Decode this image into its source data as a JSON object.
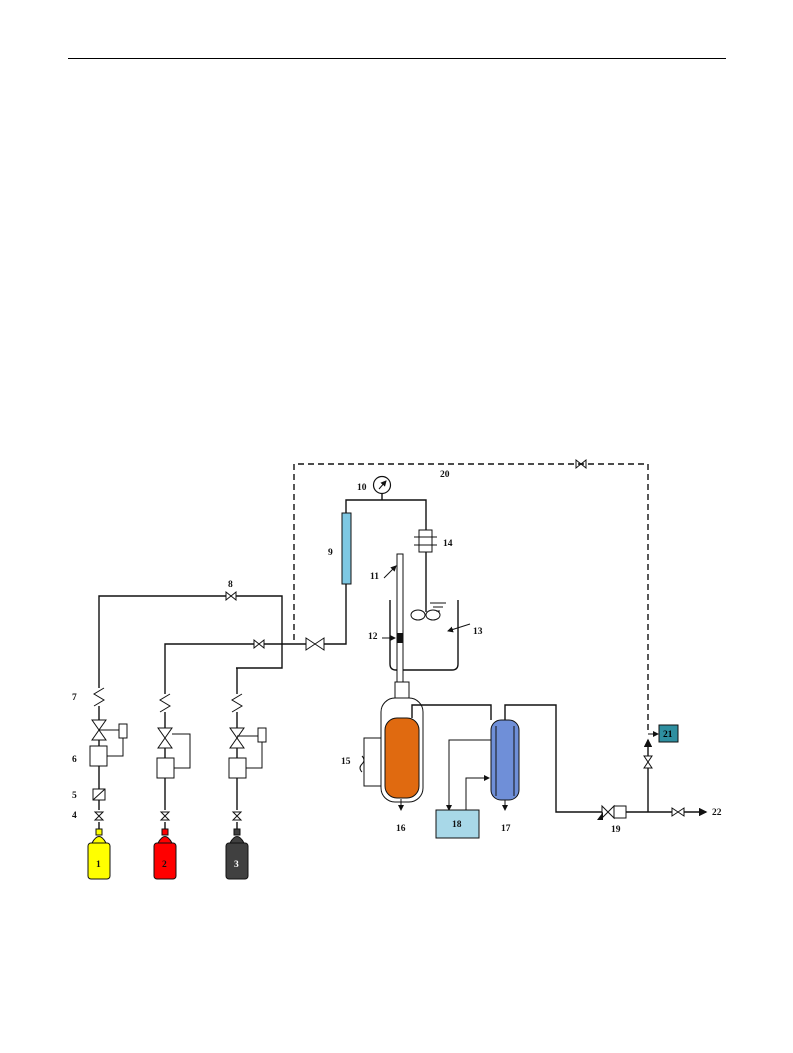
{
  "diagram": {
    "labels": {
      "l1": "1",
      "l2": "2",
      "l3": "3",
      "l4": "4",
      "l5": "5",
      "l6": "6",
      "l7": "7",
      "l8": "8",
      "l9": "9",
      "l10": "10",
      "l11": "11",
      "l12": "12",
      "l13": "13",
      "l14": "14",
      "l15": "15",
      "l16": "16",
      "l17": "17",
      "l18": "18",
      "l19": "19",
      "l20": "20",
      "l21": "21",
      "l22": "22"
    },
    "colors": {
      "cylinder_1": "#ffff00",
      "cylinder_2": "#ff0000",
      "cylinder_3": "#404040",
      "flowmeter_9": "#7ec8e3",
      "separator_16": "#e06a10",
      "condenser_17": "#6f8fd8",
      "chiller_18": "#a8d8e8",
      "analyzer_21": "#2e8fa0"
    }
  }
}
